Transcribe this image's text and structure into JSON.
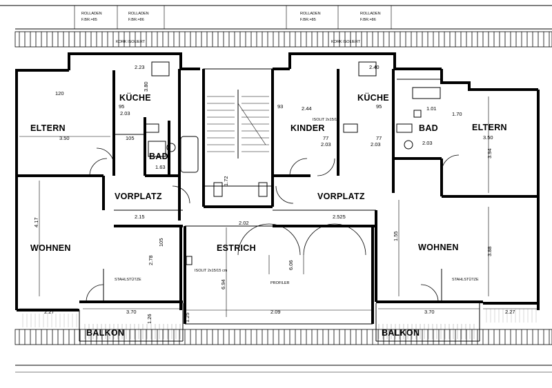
{
  "rooms": {
    "kueche_left": "KÜCHE",
    "kueche_right": "KÜCHE",
    "eltern_left": "ELTERN",
    "eltern_right": "ELTERN",
    "kinder": "KINDER",
    "bad_left": "BAD",
    "bad_right": "BAD",
    "vorplatz_left": "VORPLATZ",
    "vorplatz_right": "VORPLATZ",
    "wohnen_left": "WOHNEN",
    "wohnen_right": "WOHNEN",
    "estrich": "ESTRICH",
    "balkon_left": "BALKON",
    "balkon_right": "BALKON"
  },
  "annotations": {
    "rollladen_1": "ROLLADEN",
    "rollladen_2": "ROLLADEN",
    "rollladen_3": "ROLLADEN",
    "rollladen_4": "ROLLADEN",
    "fbr_1": "F.BR.=85",
    "fbr_2": "F.BR.=86",
    "fbr_3": "F.BR.=85",
    "fbr_4": "F.BR.=86",
    "kork_left": "KORK ISOLIERT",
    "kork_right": "KORK ISOLIERT",
    "stahlstuetze_left": "STAHLSTÜTZE",
    "stahlstuetze_right": "STAHLSTÜTZE",
    "isolit_estrich": "ISOLIT 2x15/15 cm",
    "isolit_kinder": "ISOLIT 2x15/15",
    "profiler": "PROFILER"
  },
  "dimensions": {
    "d120": "120",
    "d223a": "2.23",
    "d350a": "3.50",
    "d350b": "3.50",
    "d203a": "2.03",
    "d203b": "2.03",
    "d203c": "2.03",
    "d203d": "2.03",
    "d244": "2.44",
    "d417": "4.17",
    "d227a": "2.27",
    "d227b": "2.27",
    "d370a": "3.70",
    "d370b": "3.70",
    "d209": "2.09",
    "d155": "1.55",
    "d694": "6.94",
    "d202": "2.02",
    "d172": "1.72",
    "d1051": "105",
    "d1052": "105",
    "d2525": "2.525",
    "d215": "2.15",
    "d240": "2.40",
    "d394": "3.94",
    "d388": "3.88",
    "d606": "6.06",
    "d278": "2.78",
    "d380": "3.80",
    "d125": "1.25",
    "d126": "1.26",
    "d170": "1.70",
    "d163": "1.63",
    "d101": "1.01",
    "d93": "93",
    "d77a": "77",
    "d77b": "77",
    "d95a": "95",
    "d95b": "95"
  }
}
